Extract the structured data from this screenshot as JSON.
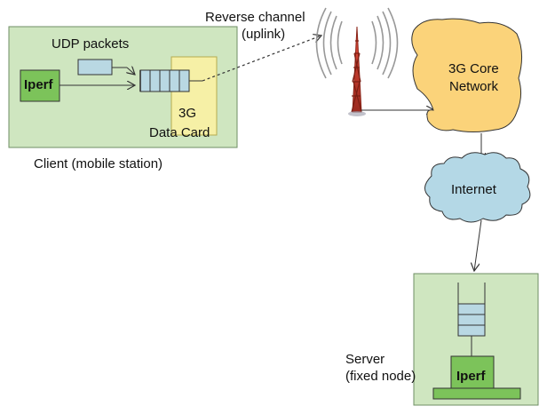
{
  "client": {
    "caption": "Client (mobile station)",
    "udp_packets_label": "UDP packets",
    "iperf_label": "Iperf",
    "data_card_label_line1": "3G",
    "data_card_label_line2": "Data Card"
  },
  "uplink": {
    "label_line1": "Reverse channel",
    "label_line2": "(uplink)"
  },
  "core_network": {
    "label_line1": "3G Core",
    "label_line2": "Network"
  },
  "internet": {
    "label": "Internet"
  },
  "server": {
    "label_line1": "Server",
    "label_line2": "(fixed node)",
    "iperf_label": "Iperf"
  },
  "colors": {
    "client_box_fill": "#cfe6c0",
    "iperf_fill": "#7cc35a",
    "data_card_fill": "#f6f0a6",
    "queue_fill": "#b9d8e3",
    "core_cloud_fill": "#fbd37a",
    "internet_cloud_fill": "#b4d8e6",
    "server_box_fill": "#cfe6c0",
    "tower_color": "#c0392b"
  }
}
